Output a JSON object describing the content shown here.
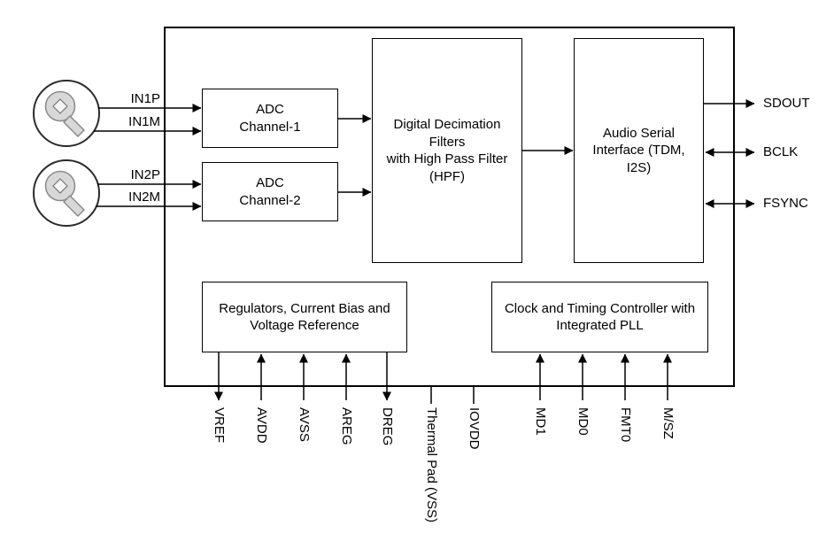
{
  "diagram": {
    "blocks": {
      "adc1": {
        "label": "ADC\nChannel-1"
      },
      "adc2": {
        "label": "ADC\nChannel-2"
      },
      "ddf": {
        "label": "Digital Decimation\nFilters\nwith High Pass Filter\n(HPF)"
      },
      "asi": {
        "label": "Audio Serial\nInterface (TDM,\nI2S)"
      },
      "reg": {
        "label": "Regulators, Current Bias and\nVoltage Reference"
      },
      "clk": {
        "label": "Clock and Timing Controller with\nIntegrated PLL"
      }
    },
    "pins": {
      "left": [
        {
          "label": "IN1P"
        },
        {
          "label": "IN1M"
        },
        {
          "label": "IN2P"
        },
        {
          "label": "IN2M"
        }
      ],
      "right": [
        {
          "label": "SDOUT",
          "direction": "output"
        },
        {
          "label": "BCLK",
          "direction": "bidirectional"
        },
        {
          "label": "FSYNC",
          "direction": "bidirectional"
        }
      ],
      "bottom": [
        {
          "label": "VREF",
          "arrow": "down"
        },
        {
          "label": "AVDD",
          "arrow": "up"
        },
        {
          "label": "AVSS",
          "arrow": "up"
        },
        {
          "label": "AREG",
          "arrow": "up"
        },
        {
          "label": "DREG",
          "arrow": "down"
        },
        {
          "label": "Thermal Pad (VSS)",
          "arrow": "none"
        },
        {
          "label": "IOVDD",
          "arrow": "none"
        },
        {
          "label": "MD1",
          "arrow": "up"
        },
        {
          "label": "MD0",
          "arrow": "up"
        },
        {
          "label": "FMT0",
          "arrow": "up"
        },
        {
          "label": "M/SZ",
          "arrow": "up"
        }
      ]
    },
    "icons": {
      "microphone": "mic-icon"
    },
    "colors": {
      "line": "#000000",
      "block_bg": "#ffffff",
      "mic_gray": "#d8d8d8"
    }
  }
}
